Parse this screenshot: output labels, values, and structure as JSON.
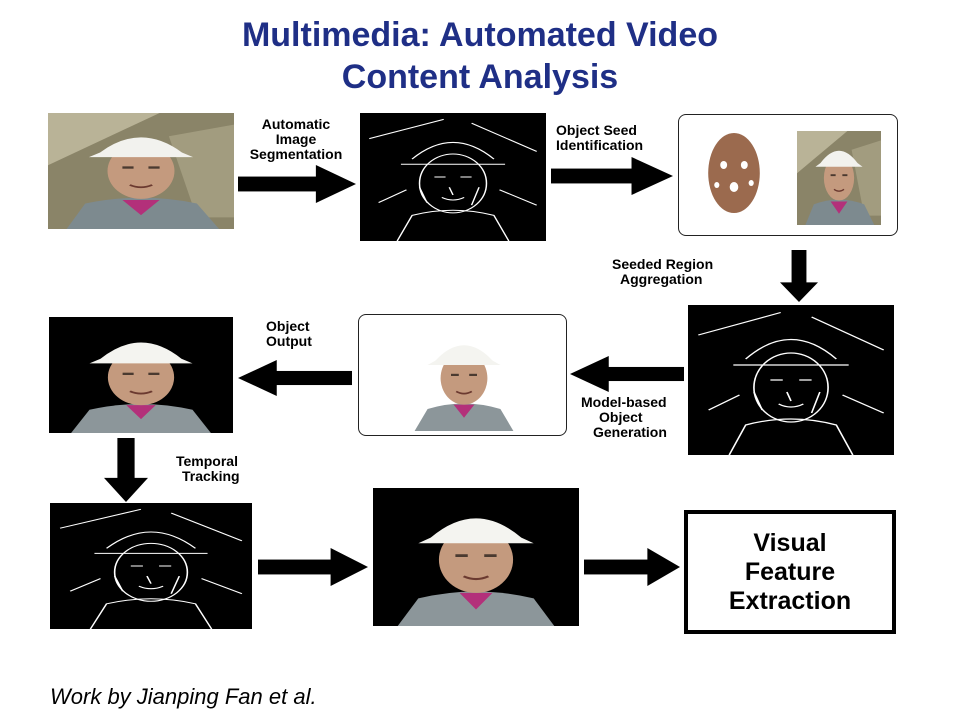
{
  "title": {
    "line1": "Multimedia: Automated Video",
    "line2": "Content Analysis"
  },
  "steps": {
    "automatic_image_segmentation": [
      "Automatic",
      "Image",
      "Segmentation"
    ],
    "object_seed_identification": [
      "Object Seed",
      "Identification"
    ],
    "seeded_region_aggregation": [
      "Seeded Region",
      "Aggregation"
    ],
    "model_based_object_generation": [
      "Model-based",
      "Object",
      "Generation"
    ],
    "object_output": [
      "Object",
      "Output"
    ],
    "temporal_tracking": [
      "Temporal",
      "Tracking"
    ]
  },
  "final_box": [
    "Visual",
    "Feature",
    "Extraction"
  ],
  "credit": "Work by Jianping Fan et al.",
  "colors": {
    "title": "#1f2f86",
    "arrow": "#000000"
  }
}
